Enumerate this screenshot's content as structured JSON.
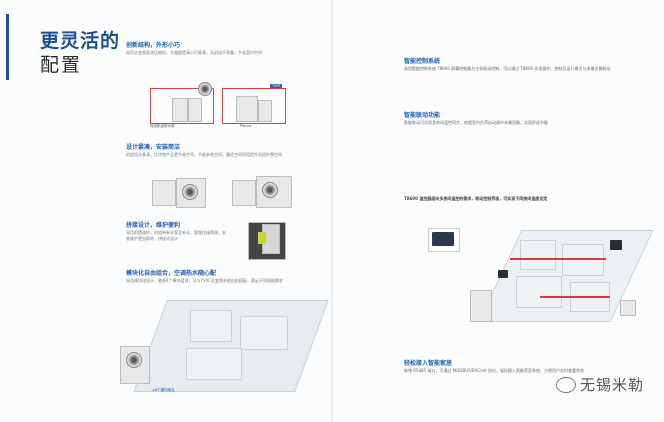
{
  "left": {
    "title_line1": "更灵活的",
    "title_line2": "配置",
    "sections": [
      {
        "title": "创新结构，外形小巧",
        "body": "采用全变频直流压缩机，大幅度提高小巧紧凑，无机组不承重，节省室内空间"
      },
      {
        "title": "设计紧凑，安装简洁",
        "body": "机组设计紧凑，比传统产品更节省空间，节省安装空间，最优空间利用提升机组外围空间"
      },
      {
        "title": "拼接设计，维护便利",
        "body": "采用前置维护，机组带有水泵及补水，管路连接简便，安装维护更加简单，拼接式设计"
      },
      {
        "title": "模块化自由组合，空调热水随心配",
        "body": "采用模块化设计，最多4个模块组合，可与YVAC全变频系统自由搭配，满足不同规格需求"
      }
    ],
    "diagram_labels": [
      "传统机组带水泵",
      "Plantic"
    ],
    "badge": "TWR",
    "module_label": "≤6个模块组合"
  },
  "right": {
    "sections": [
      {
        "title": "智能控制系统",
        "body": "采用智能控制系统 T8600 屏幕控制器与主机联动控制，可以通过 T8600 实现操作、控制及运行模式与末端设备联动"
      },
      {
        "title": "智能联动功能",
        "body": "智能联动可实现多房间温控同步，依据室内负荷自动调节末端设备，实现舒适节能"
      }
    ],
    "sub_heading": "T8600 温控器面向多房间温控的需求，联动控制界面，可实现不同房间温度设定",
    "bottom_title": "轻松接入智能家居",
    "bottom_body": "新增 RS485 接口，可通过 MODBUS/BACnet 协议，轻松接入智能家居系统，方便用户实时查看状态"
  },
  "watermark": "无锡米勒",
  "colors": {
    "accent": "#1d4f94",
    "section": "#1f5fae",
    "pipe": "#d9393c"
  }
}
